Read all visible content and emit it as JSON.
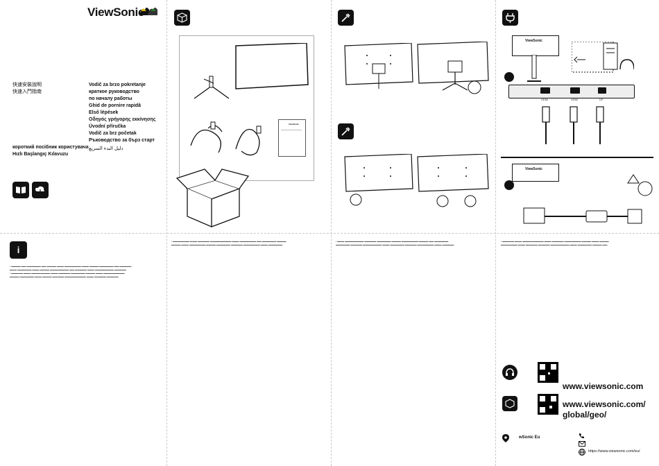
{
  "brand": {
    "name": "ViewSonic"
  },
  "cover": {
    "title_lines": [
      "快速安裝說明",
      "快速入門指南",
      "",
      "Vodič za brzo pokretanje",
      "краткое руководство",
      "по началу работы",
      "Ghid de pornire rapidă",
      "Első lépések",
      "Οδηγός γρήγορης εκκίνησης",
      "Úvodní příručka",
      "Vodič za brz početak",
      "Ръководство за бърз старт",
      "короткий посібник користувача",
      "Hızlı Başlangıç Kılavuzu",
      "دليل البدء السريع"
    ]
  },
  "panel_box": {
    "logo_text": "ViewSonic"
  },
  "connect": {
    "ports": [
      "HDMI",
      "HDMI",
      "DP"
    ]
  },
  "contact": {
    "url_main": "www.viewsonic.com",
    "url_global_1": "www.viewsonic.com/",
    "url_global_2": "global/geo/",
    "social": "wSonic Eu",
    "support_url": "https://www.viewsonic.com/eu/"
  },
  "icons": [
    "birds-logo-icon",
    "box-icon",
    "screwdriver-icon",
    "plug-icon",
    "info-icon",
    "headset-icon",
    "globe-icon",
    "location-icon",
    "phone-icon",
    "mail-icon"
  ]
}
